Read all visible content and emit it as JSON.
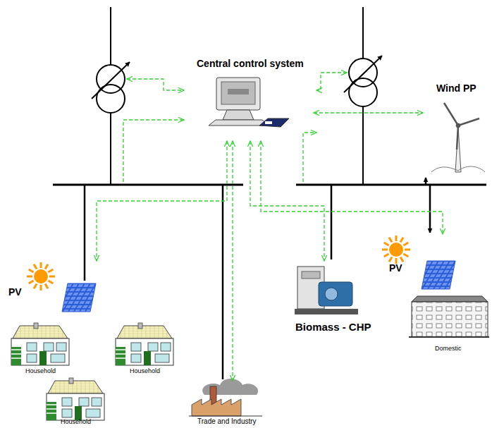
{
  "diagram": {
    "nodes": [
      {
        "text": [
          "Central control system"
        ]
      },
      {
        "text": [
          "PV"
        ]
      },
      {
        "text": [
          "Household"
        ]
      },
      {
        "text": [
          "Household"
        ]
      },
      {
        "text": [
          "Household"
        ]
      },
      {
        "text": [
          "Trade and Industry"
        ]
      },
      {
        "text": [
          "Biomass - CHP"
        ]
      },
      {
        "text": [
          "PV"
        ]
      },
      {
        "text": [
          "Domestic"
        ]
      },
      {
        "text": [
          "Wind PP"
        ]
      }
    ],
    "edges": [
      {
        "from": 0,
        "to": 1,
        "arrow": "both"
      },
      {
        "from": 0,
        "to": 5,
        "arrow": "both"
      },
      {
        "from": 0,
        "to": 6,
        "arrow": "both"
      },
      {
        "from": 0,
        "to": 7,
        "arrow": "both"
      },
      {
        "from": 0,
        "to": 9,
        "arrow": "both"
      }
    ]
  }
}
